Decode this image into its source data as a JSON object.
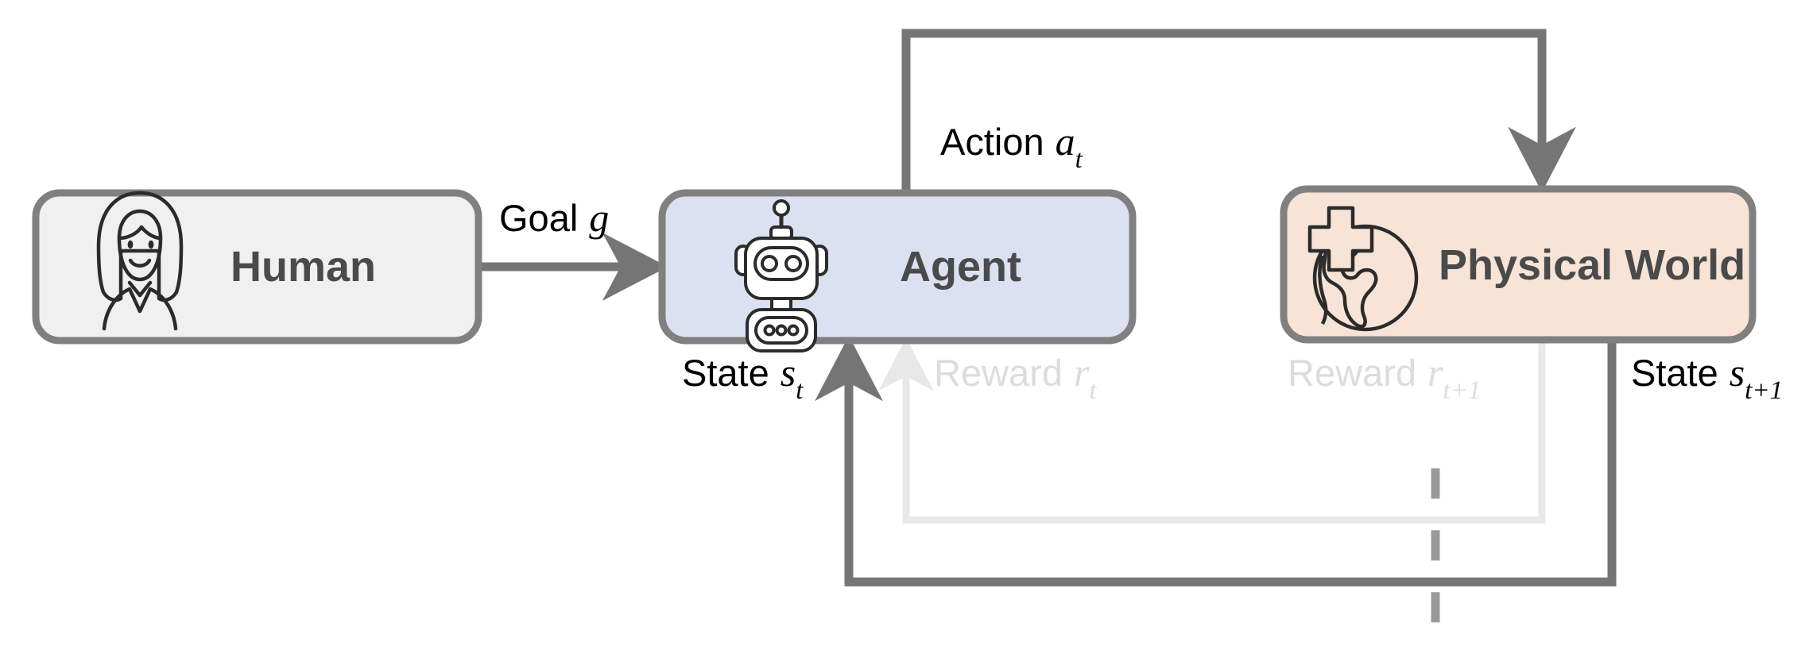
{
  "diagram": {
    "title": "Human-Agent-Physical World interaction loop",
    "colors": {
      "human_fill": "#f0f0f0",
      "agent_fill": "#dbe1f1",
      "world_fill": "#f7e4d7",
      "box_stroke": "#808080",
      "arrow_dark": "#757575",
      "arrow_light": "#e8e8e8",
      "label_dark": "#000000",
      "label_muted": "#dcdcdc",
      "box_text": "#4a4a4a",
      "icon_stroke": "#2b2b2b",
      "dashed_line": "#808080"
    },
    "nodes": [
      {
        "id": "human",
        "label": "Human",
        "icon": "woman-avatar-icon"
      },
      {
        "id": "agent",
        "label": "Agent",
        "icon": "robot-icon"
      },
      {
        "id": "world",
        "label": "Physical World",
        "icon": "globe-medical-icon"
      }
    ],
    "edges": [
      {
        "id": "goal",
        "text": "Goal",
        "symbol": "g",
        "subscript": "",
        "style": "dark",
        "from": "human",
        "to": "agent"
      },
      {
        "id": "action",
        "text": "Action",
        "symbol": "a",
        "subscript": "t",
        "style": "dark",
        "from": "agent",
        "to": "world"
      },
      {
        "id": "state-t",
        "text": "State",
        "symbol": "s",
        "subscript": "t",
        "style": "dark",
        "from": "world",
        "to": "agent"
      },
      {
        "id": "reward-t",
        "text": "Reward",
        "symbol": "r",
        "subscript": "t",
        "style": "muted",
        "from": "world",
        "to": "agent"
      },
      {
        "id": "reward-t1",
        "text": "Reward",
        "symbol": "r",
        "subscript": "t+1",
        "style": "muted",
        "from": "world",
        "to": "agent"
      },
      {
        "id": "state-t1",
        "text": "State",
        "symbol": "s",
        "subscript": "t+1",
        "style": "dark",
        "from": "world",
        "to": "agent"
      }
    ]
  }
}
